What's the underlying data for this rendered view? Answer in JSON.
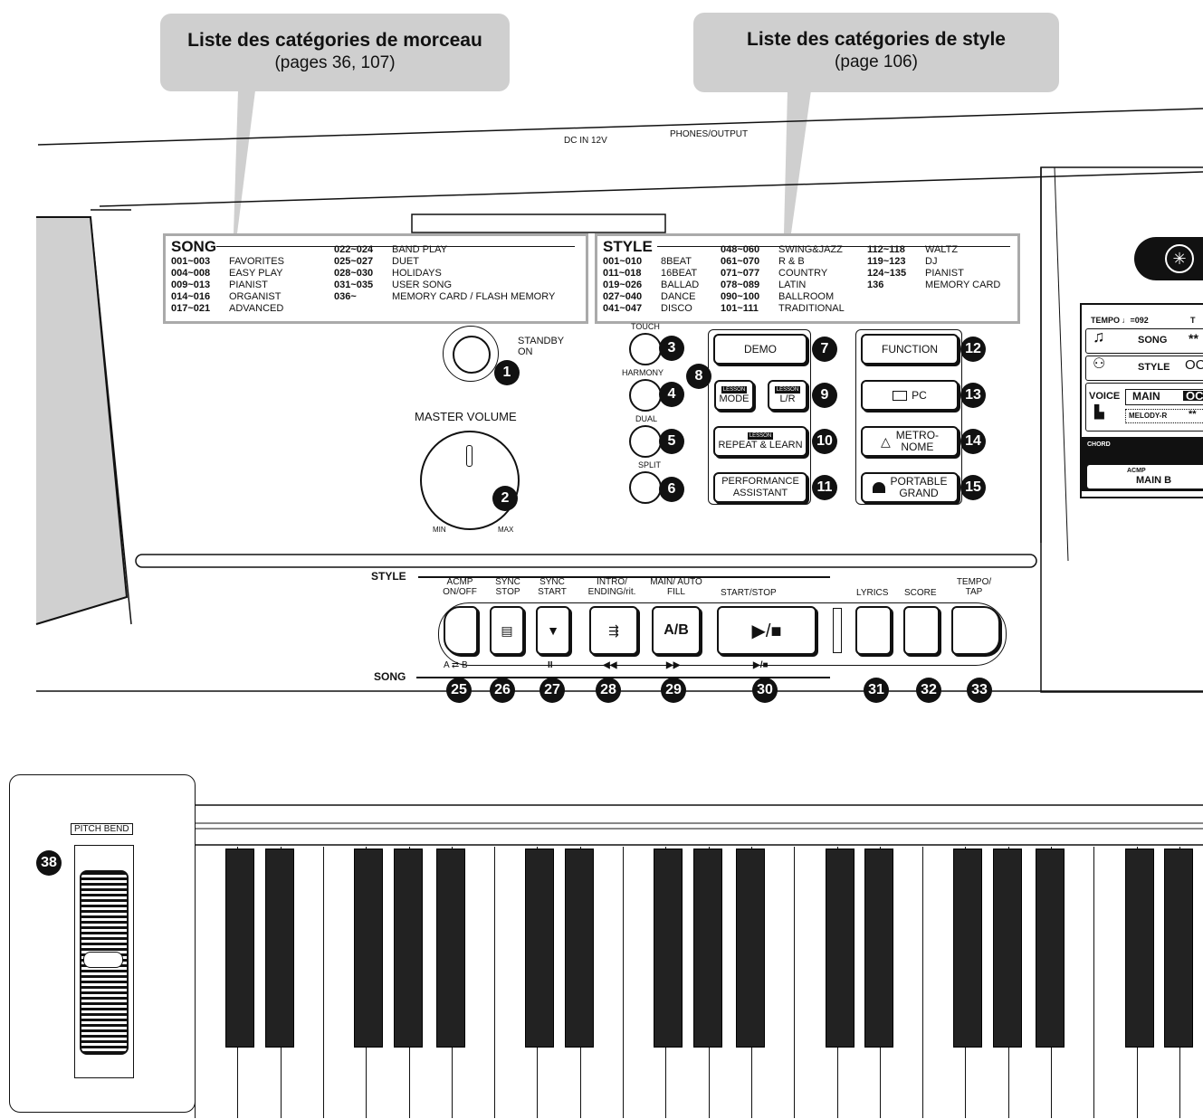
{
  "callouts": {
    "song": {
      "title": "Liste des catégories de morceau",
      "pages": "(pages 36, 107)"
    },
    "style": {
      "title": "Liste des catégories de style",
      "pages": "(page 106)"
    }
  },
  "rear_panel": {
    "dc_in": "DC IN 12V",
    "phones": "PHONES/OUTPUT"
  },
  "song_list": {
    "heading": "SONG",
    "col1": [
      {
        "range": "001~003",
        "name": "FAVORITES"
      },
      {
        "range": "004~008",
        "name": "EASY PLAY"
      },
      {
        "range": "009~013",
        "name": "PIANIST"
      },
      {
        "range": "014~016",
        "name": "ORGANIST"
      },
      {
        "range": "017~021",
        "name": "ADVANCED"
      }
    ],
    "col2": [
      {
        "range": "022~024",
        "name": "BAND PLAY"
      },
      {
        "range": "025~027",
        "name": "DUET"
      },
      {
        "range": "028~030",
        "name": "HOLIDAYS"
      },
      {
        "range": "031~035",
        "name": "USER SONG"
      },
      {
        "range": "036~",
        "name": "MEMORY CARD / FLASH MEMORY"
      }
    ]
  },
  "style_list": {
    "heading": "STYLE",
    "col1": [
      {
        "range": "001~010",
        "name": "8BEAT"
      },
      {
        "range": "011~018",
        "name": "16BEAT"
      },
      {
        "range": "019~026",
        "name": "BALLAD"
      },
      {
        "range": "027~040",
        "name": "DANCE"
      },
      {
        "range": "041~047",
        "name": "DISCO"
      }
    ],
    "col2": [
      {
        "range": "048~060",
        "name": "SWING&JAZZ"
      },
      {
        "range": "061~070",
        "name": "R & B"
      },
      {
        "range": "071~077",
        "name": "COUNTRY"
      },
      {
        "range": "078~089",
        "name": "LATIN"
      },
      {
        "range": "090~100",
        "name": "BALLROOM"
      },
      {
        "range": "101~111",
        "name": "TRADITIONAL"
      }
    ],
    "col3": [
      {
        "range": "112~118",
        "name": "WALTZ"
      },
      {
        "range": "119~123",
        "name": "DJ"
      },
      {
        "range": "124~135",
        "name": "PIANIST"
      },
      {
        "range": "136",
        "name": "MEMORY CARD"
      }
    ]
  },
  "standby": {
    "standby": "STANDBY",
    "on": "ON",
    "num": "1"
  },
  "volume": {
    "label": "MASTER VOLUME",
    "min": "MIN",
    "max": "MAX",
    "num": "2"
  },
  "left_buttons": [
    {
      "label": "TOUCH",
      "num": "3"
    },
    {
      "label": "HARMONY",
      "num": "4"
    },
    {
      "label": "DUAL",
      "num": "5"
    },
    {
      "label": "SPLIT",
      "num": "6"
    }
  ],
  "mid_buttons": {
    "demo": {
      "label": "DEMO",
      "num": "7"
    },
    "lesson_mode": {
      "tag": "LESSON",
      "label": "MODE",
      "num": "8"
    },
    "lesson_lr": {
      "tag": "LESSON",
      "label": "L/R",
      "num": "9"
    },
    "repeat": {
      "tag": "LESSON",
      "label": "REPEAT & LEARN",
      "num": "10"
    },
    "assistant": {
      "line1": "PERFORMANCE",
      "line2": "ASSISTANT",
      "num": "11"
    }
  },
  "right_buttons": {
    "function": {
      "label": "FUNCTION",
      "num": "12"
    },
    "pc": {
      "label": "PC",
      "num": "13"
    },
    "metronome": {
      "line1": "METRO-",
      "line2": "NOME",
      "num": "14"
    },
    "grand": {
      "line1": "PORTABLE",
      "line2": "GRAND",
      "num": "15"
    }
  },
  "display": {
    "tempo": "TEMPO ♩=092",
    "t": "T",
    "song": "SONG",
    "song_val": "**",
    "style": "STYLE",
    "style_val": "OC",
    "voice": "VOICE",
    "main": "MAIN",
    "main_val": "OC",
    "melody": "MELODY-R",
    "melody_val": "**",
    "chord": "CHORD",
    "acmp": "ACMP",
    "main_b": "MAIN B"
  },
  "transport": {
    "style_label": "STYLE",
    "song_label": "SONG",
    "buttons": [
      {
        "top": "ACMP ON/OFF",
        "sub": "A ⇄ B",
        "num": "25"
      },
      {
        "top": "SYNC STOP",
        "sub": "",
        "num": "26"
      },
      {
        "top": "SYNC START",
        "sub": "II",
        "num": "27"
      },
      {
        "top": "INTRO/ ENDING/rit.",
        "sub": "◀◀",
        "num": "28"
      },
      {
        "top": "MAIN/ AUTO FILL",
        "sub": "▶▶",
        "num": "29"
      },
      {
        "top": "START/STOP",
        "sub": "▶/■",
        "num": "30"
      },
      {
        "top": "LYRICS",
        "sub": "",
        "num": "31"
      },
      {
        "top": "SCORE",
        "sub": "",
        "num": "32"
      },
      {
        "top": "TEMPO/ TAP",
        "sub": "",
        "num": "33"
      }
    ],
    "ab_label": "A/B",
    "startstop_label": "▶/■"
  },
  "pitch_bend": {
    "label": "PITCH BEND",
    "num": "38"
  }
}
